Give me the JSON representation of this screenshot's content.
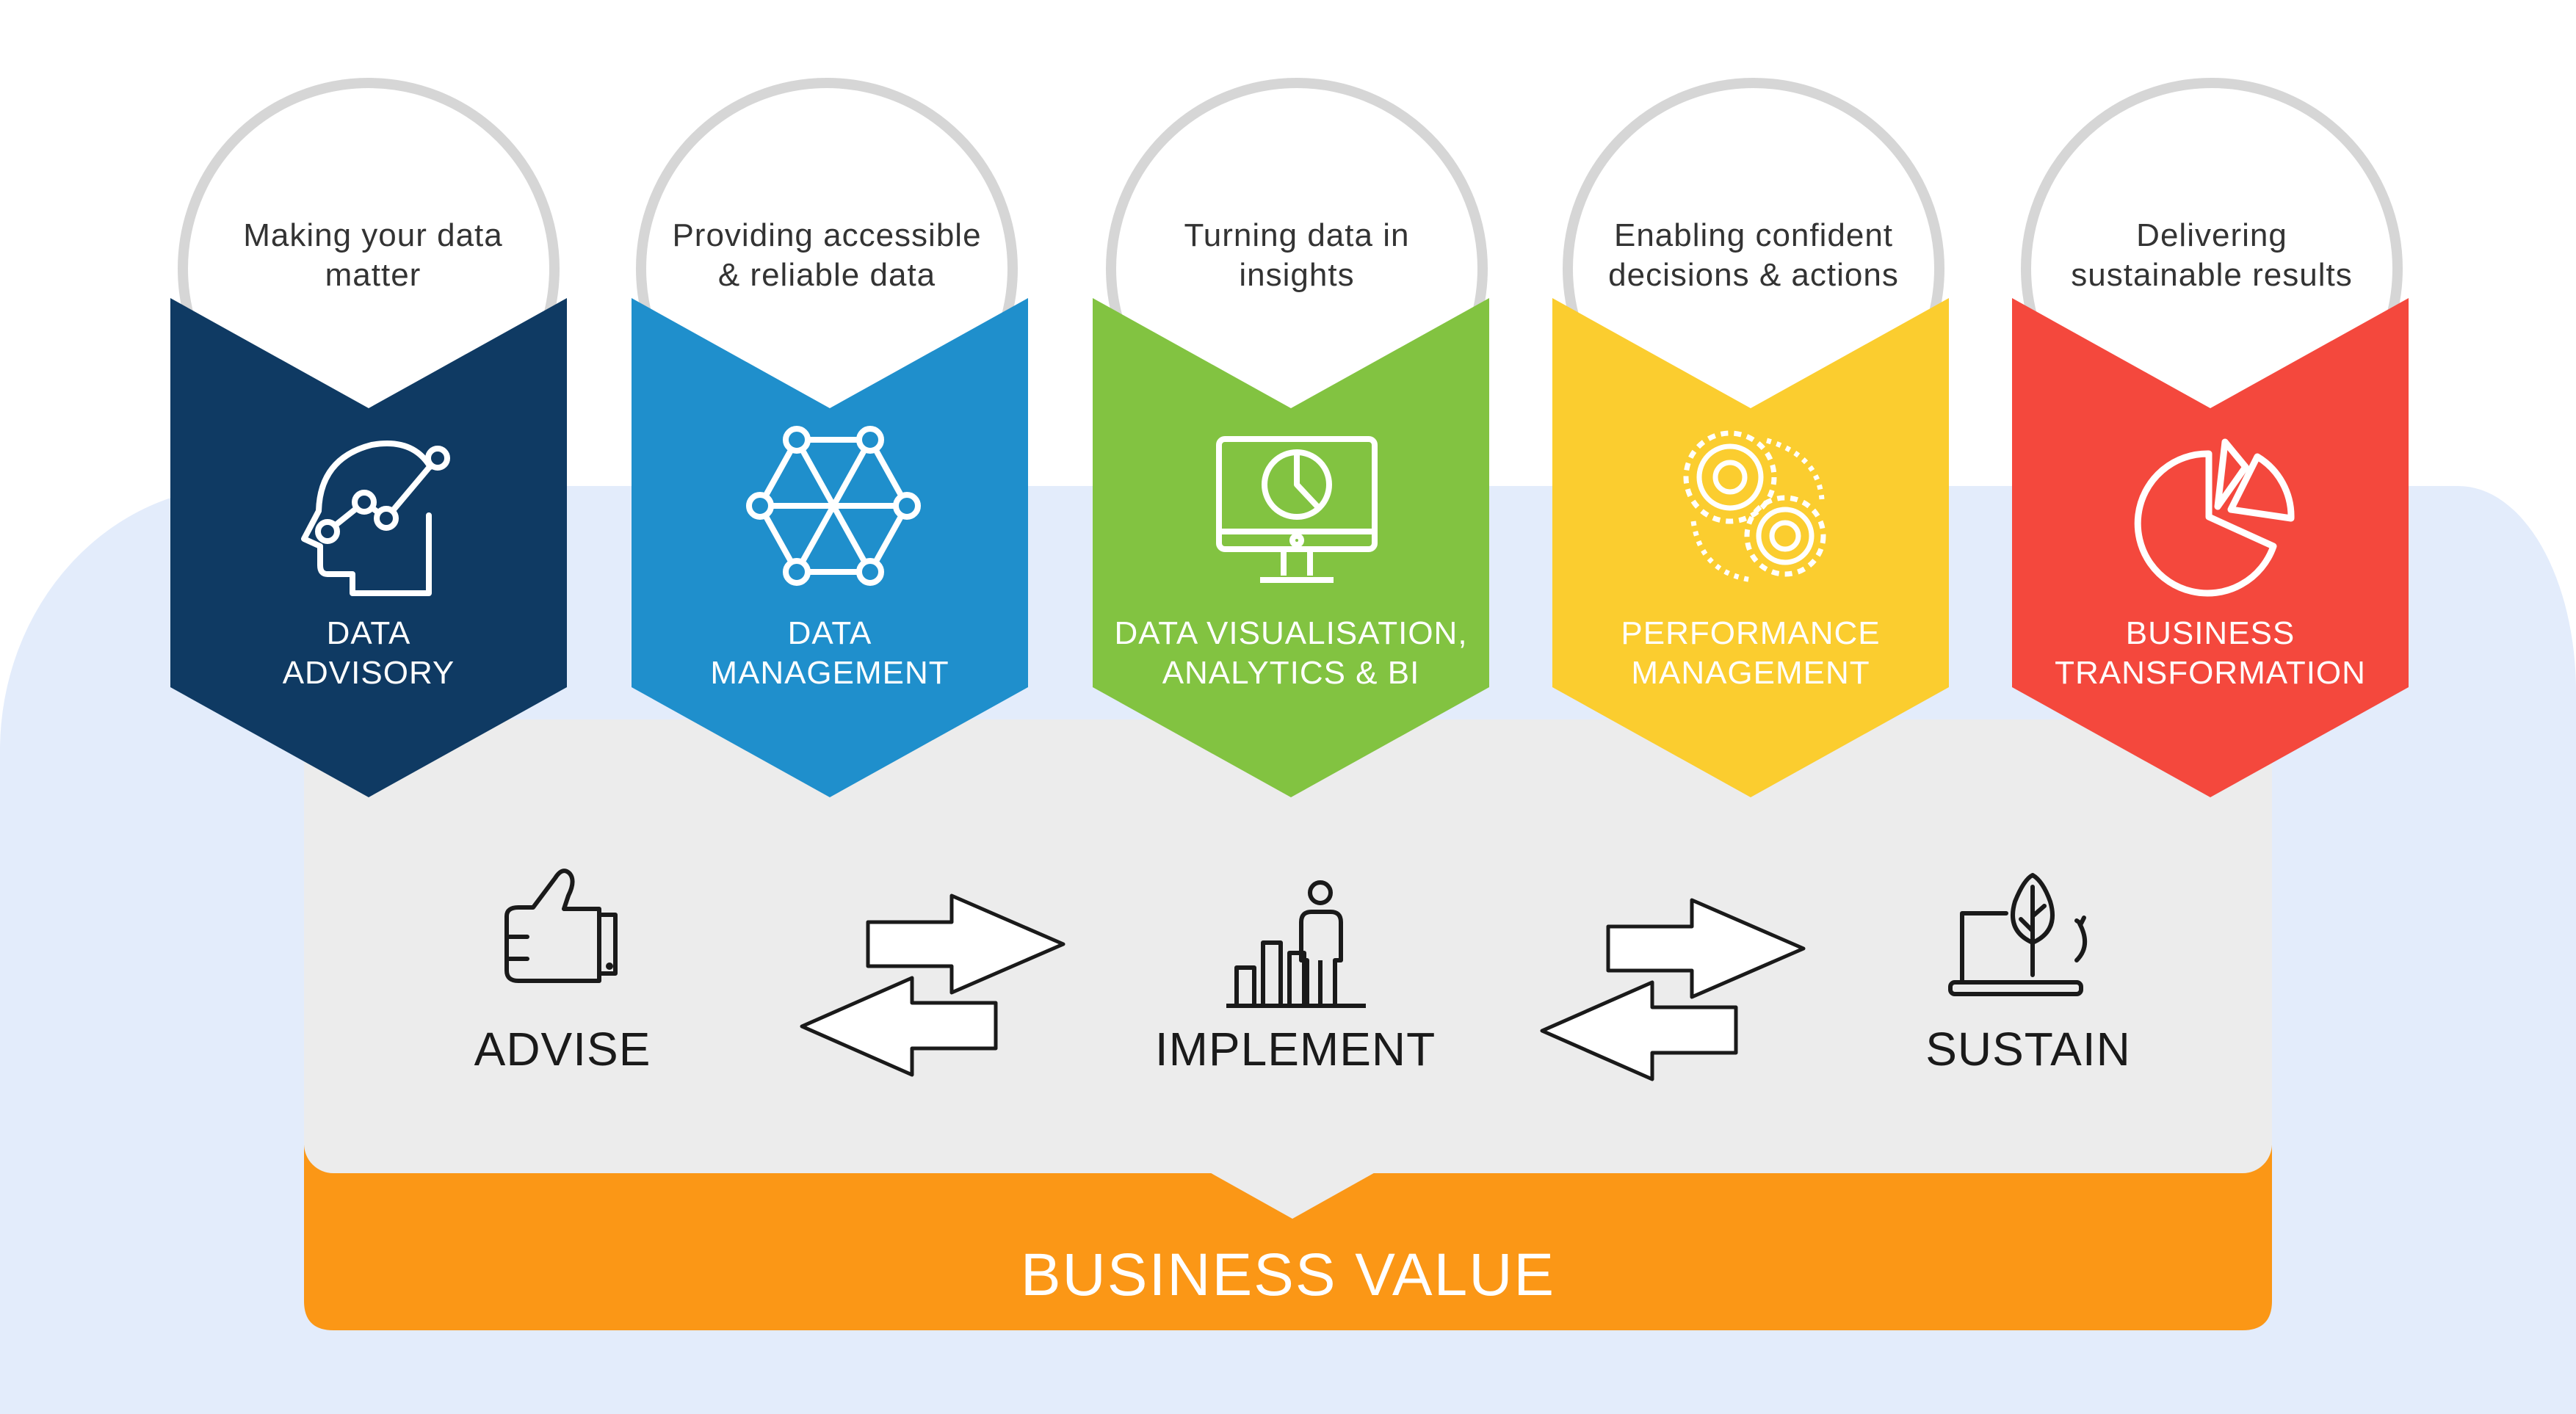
{
  "services": [
    {
      "tagline": "Making your data matter",
      "tagline_lines": [
        "Making your data",
        "matter"
      ],
      "title_lines": [
        "DATA",
        "ADVISORY"
      ],
      "icon": "head-analytics-icon",
      "color": "#0f3a63"
    },
    {
      "tagline": "Providing accessible & reliable data",
      "tagline_lines": [
        "Providing accessible",
        "& reliable data"
      ],
      "title_lines": [
        "DATA",
        "MANAGEMENT"
      ],
      "icon": "network-icon",
      "color": "#1f8fcc"
    },
    {
      "tagline": "Turning data in insights",
      "tagline_lines": [
        "Turning data in",
        "insights"
      ],
      "title_lines": [
        "DATA VISUALISATION,",
        "ANALYTICS & BI"
      ],
      "icon": "monitor-chart-icon",
      "color": "#82c341"
    },
    {
      "tagline": "Enabling confident decisions & actions",
      "tagline_lines": [
        "Enabling confident",
        "decisions & actions"
      ],
      "title_lines": [
        "PERFORMANCE",
        "MANAGEMENT"
      ],
      "icon": "gears-icon",
      "color": "#fbcd2f"
    },
    {
      "tagline": "Delivering sustainable results",
      "tagline_lines": [
        "Delivering",
        "sustainable results"
      ],
      "title_lines": [
        "BUSINESS",
        "TRANSFORMATION"
      ],
      "icon": "pie-chart-icon",
      "color": "#f4483d"
    }
  ],
  "phases": [
    {
      "label": "ADVISE",
      "icon": "thumbs-up-icon"
    },
    {
      "label": "IMPLEMENT",
      "icon": "person-bar-chart-icon"
    },
    {
      "label": "SUSTAIN",
      "icon": "laptop-tree-icon"
    }
  ],
  "banner": {
    "label": "BUSINESS VALUE",
    "color": "#fb9716"
  },
  "colors": {
    "background_accent": "#e3ecfb",
    "panel": "#ececec",
    "ring": "#d6d6d6"
  }
}
